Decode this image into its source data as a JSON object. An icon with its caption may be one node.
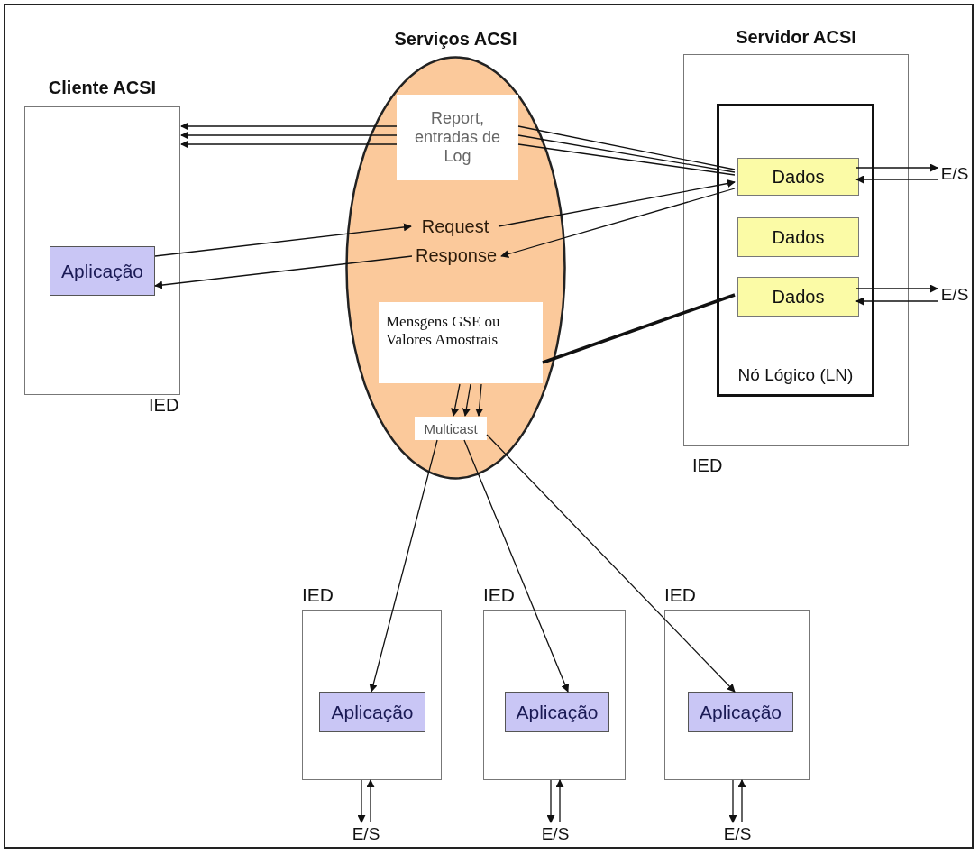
{
  "diagram": {
    "nodes": [
      {
        "text": [
          "Cliente ACSI"
        ],
        "beside": [
          "IED"
        ]
      },
      {
        "text": [
          "Aplicação"
        ],
        "in": 0
      },
      {
        "text": [
          "Serviços ACSI"
        ]
      },
      {
        "text": [
          "Report, entradas de Log"
        ],
        "in": 2
      },
      {
        "text": [
          "Request"
        ],
        "in": 2
      },
      {
        "text": [
          "Response"
        ],
        "in": 2
      },
      {
        "text": [
          "Mensgens GSE ou Valores Amostrais"
        ],
        "in": 2
      },
      {
        "text": [
          "Multicast"
        ],
        "in": 2
      },
      {
        "text": [
          "Servidor ACSI"
        ],
        "beside": [
          "IED"
        ]
      },
      {
        "text": [
          "Nó Lógico (LN)"
        ],
        "in": 8
      },
      {
        "text": [
          "Dados"
        ],
        "in": 9
      },
      {
        "text": [
          "Dados"
        ],
        "in": 9
      },
      {
        "text": [
          "Dados"
        ],
        "in": 9
      },
      {
        "text": [
          "E/S"
        ]
      },
      {
        "text": [
          "E/S"
        ]
      },
      {
        "text": [
          "IED"
        ]
      },
      {
        "text": [
          "Aplicação"
        ],
        "in": 15
      },
      {
        "text": [
          "E/S"
        ]
      },
      {
        "text": [
          "IED"
        ]
      },
      {
        "text": [
          "Aplicação"
        ],
        "in": 18
      },
      {
        "text": [
          "E/S"
        ]
      },
      {
        "text": [
          "IED"
        ]
      },
      {
        "text": [
          "Aplicação"
        ],
        "in": 21
      },
      {
        "text": [
          "E/S"
        ]
      }
    ],
    "edges": [
      {
        "from": 3,
        "to": 0,
        "arrow": "to"
      },
      {
        "from": 3,
        "to": 0,
        "arrow": "to"
      },
      {
        "from": 3,
        "to": 0,
        "arrow": "to"
      },
      {
        "from": 10,
        "to": 3,
        "arrow": "none"
      },
      {
        "from": 10,
        "to": 3,
        "arrow": "none"
      },
      {
        "from": 10,
        "to": 3,
        "arrow": "none"
      },
      {
        "from": 1,
        "to": 4,
        "arrow": "to"
      },
      {
        "from": 4,
        "to": 10,
        "arrow": "to"
      },
      {
        "from": 10,
        "to": 5,
        "arrow": "to"
      },
      {
        "from": 5,
        "to": 1,
        "arrow": "to"
      },
      {
        "from": 12,
        "to": 6,
        "arrow": "none",
        "style": "thick"
      },
      {
        "from": 6,
        "to": 7,
        "arrow": "to"
      },
      {
        "from": 6,
        "to": 7,
        "arrow": "to"
      },
      {
        "from": 6,
        "to": 7,
        "arrow": "to"
      },
      {
        "from": 7,
        "to": 16,
        "arrow": "to"
      },
      {
        "from": 7,
        "to": 19,
        "arrow": "to"
      },
      {
        "from": 7,
        "to": 22,
        "arrow": "to"
      },
      {
        "from": 10,
        "to": 13,
        "arrow": "to"
      },
      {
        "from": 13,
        "to": 10,
        "arrow": "to"
      },
      {
        "from": 12,
        "to": 14,
        "arrow": "to"
      },
      {
        "from": 14,
        "to": 12,
        "arrow": "to"
      },
      {
        "from": 15,
        "to": 17,
        "arrow": "to"
      },
      {
        "from": 17,
        "to": 15,
        "arrow": "to"
      },
      {
        "from": 18,
        "to": 20,
        "arrow": "to"
      },
      {
        "from": 20,
        "to": 18,
        "arrow": "to"
      },
      {
        "from": 21,
        "to": 23,
        "arrow": "to"
      },
      {
        "from": 23,
        "to": 21,
        "arrow": "to"
      }
    ]
  }
}
